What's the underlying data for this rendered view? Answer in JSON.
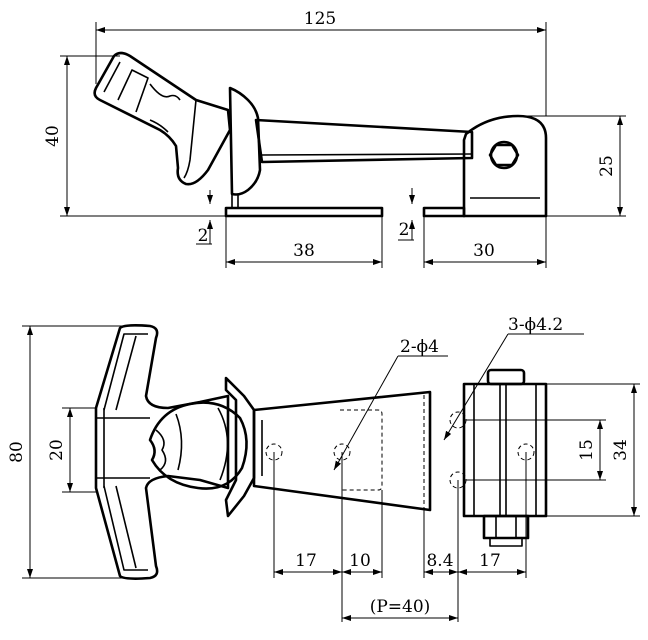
{
  "dimensions": {
    "overall_length": "125",
    "side_height": "40",
    "hinge_height": "25",
    "base_gap_left": "2",
    "base_gap_right": "2",
    "base_left_length": "38",
    "base_right_length": "30",
    "total_height": "80",
    "handle_width": "20",
    "hole_spacing_vertical": "15",
    "bracket_height": "34",
    "dim_17_left": "17",
    "dim_10": "10",
    "dim_8_4": "8.4",
    "dim_17_right": "17",
    "pitch": "(P=40)",
    "holes_small": "2-ϕ4",
    "holes_large": "3-ϕ4.2"
  }
}
